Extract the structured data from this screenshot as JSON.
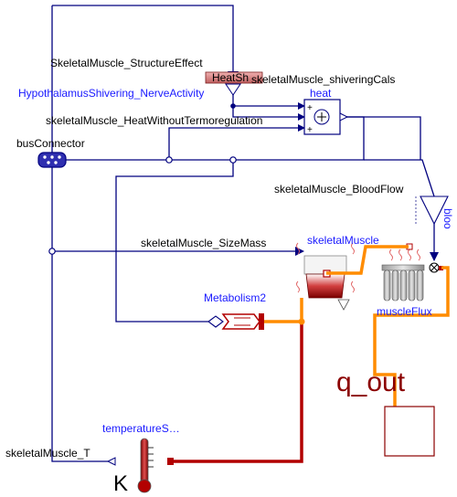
{
  "labels": {
    "structure_effect": "SkeletalMuscle_StructureEffect",
    "hypothalamus": "HypothalamusShivering_NerveActivity",
    "heat_without": "skeletalMuscle_HeatWithoutTermoregulation",
    "shivering_cals": "skeletalMuscle_shiveringCals",
    "heat_block": "heat",
    "heat_sh": "HeatSh",
    "bus_connector": "busConnector",
    "blood_flow": "skeletalMuscle_BloodFlow",
    "size_mass": "skeletalMuscle_SizeMass",
    "skeletal_muscle": "skeletalMuscle",
    "metabolism": "Metabolism2",
    "muscle_flux": "muscleFlux",
    "q_out": "q_out",
    "temperature": "temperatureS…",
    "skeletal_t": "skeletalMuscle_T",
    "kelvin": "K",
    "sum_sign": "+",
    "blood_flow_short": "bloo"
  },
  "colors": {
    "signal_wire": "#00007f",
    "heat_port_wire": "#ff8c00",
    "thermal_wire": "#b20000",
    "label_blue": "#1a1aff",
    "q_out_red": "#8b0000"
  },
  "icons": {
    "bus": "bus-connector-icon",
    "sum": "add-block-icon",
    "gain": "gain-triangle-icon",
    "body": "heat-capacitor-icon",
    "radiator": "radiator-icon",
    "thermometer": "thermometer-icon",
    "source": "heat-source-icon"
  }
}
